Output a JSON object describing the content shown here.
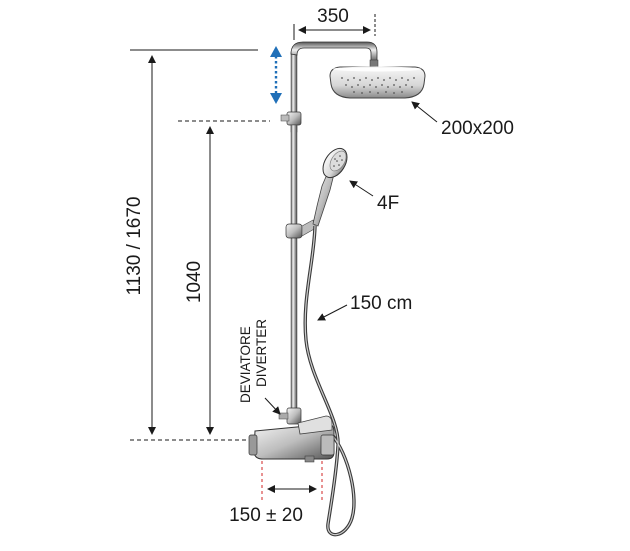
{
  "dimensions": {
    "arm_length": "350",
    "total_height": "1130 / 1670",
    "diverter_height": "1040",
    "head_size": "200x200",
    "hand_shower": "4F",
    "hose_length": "150 cm",
    "mixer_spacing": "150 ± 20"
  },
  "labels": {
    "diverter_it": "DEVIATORE",
    "diverter_en": "DIVERTER"
  },
  "colors": {
    "adjust_arrow": "#1f6fb8",
    "mixer_guide": "#d84a4a",
    "chrome_dark": "#3a3a3a",
    "chrome_light": "#e8e8e8"
  },
  "icons": {
    "height_adjust": "double-arrow-vertical-icon"
  }
}
